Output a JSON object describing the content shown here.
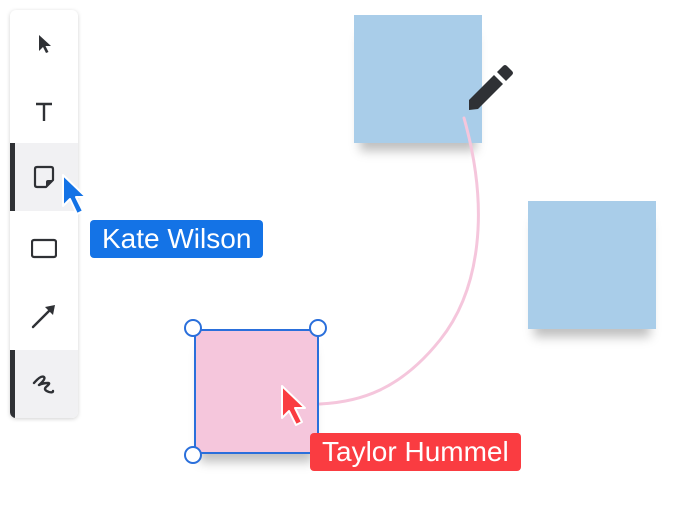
{
  "toolbar": {
    "tools": [
      {
        "name": "select",
        "icon": "pointer-icon",
        "active": false
      },
      {
        "name": "text",
        "icon": "text-icon",
        "active": false
      },
      {
        "name": "sticky-note",
        "icon": "sticky-note-icon",
        "active": true
      },
      {
        "name": "rectangle",
        "icon": "rectangle-icon",
        "active": false
      },
      {
        "name": "arrow",
        "icon": "arrow-icon",
        "active": false
      },
      {
        "name": "freehand",
        "icon": "freehand-icon",
        "active": true
      }
    ]
  },
  "canvas": {
    "notes": [
      {
        "color": "#a9cde9"
      },
      {
        "color": "#a9cde9"
      },
      {
        "color": "#f5c6dc",
        "selected": true
      }
    ],
    "connector_color": "#f5c6dc",
    "selection_color": "#2a6fdb"
  },
  "collaborators": [
    {
      "name": "Kate Wilson",
      "color": "#1473e6"
    },
    {
      "name": "Taylor Hummel",
      "color": "#fa3c41"
    }
  ]
}
